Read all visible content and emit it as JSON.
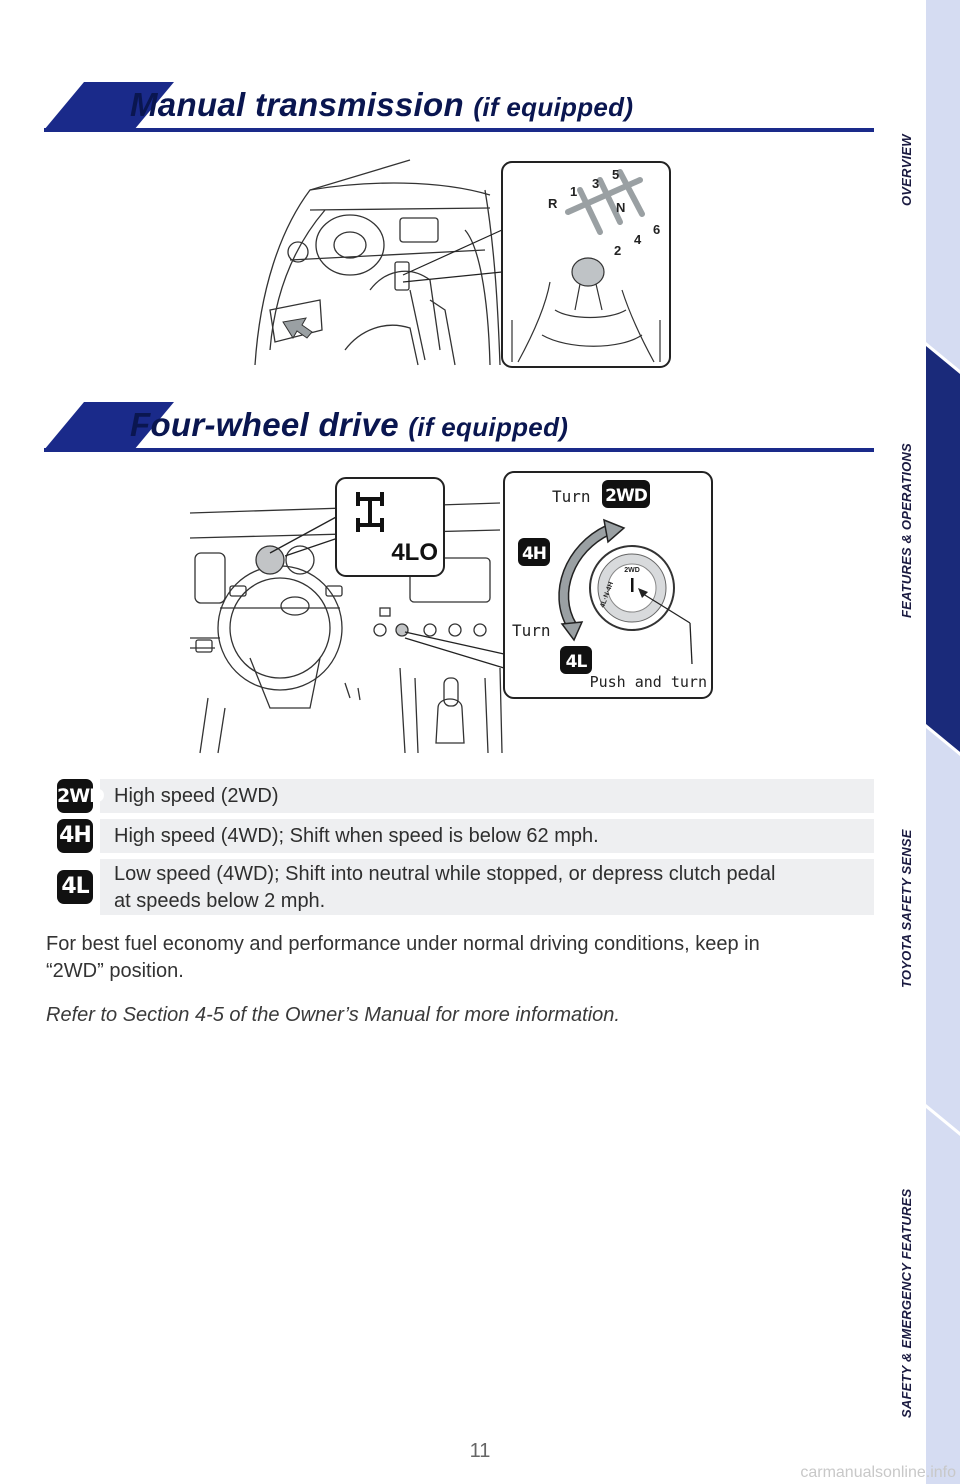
{
  "section1": {
    "title": "Manual transmission",
    "qualifier": "(if equipped)"
  },
  "section2": {
    "title": "Four-wheel drive",
    "qualifier": "(if equipped)"
  },
  "gear_pattern": {
    "r": "R",
    "g1": "1",
    "g2": "2",
    "g3": "3",
    "g4": "4",
    "g5": "5",
    "g6": "6",
    "n": "N"
  },
  "four_wd_diagram": {
    "indicator_label": "4LO",
    "turn_top": "Turn",
    "turn_bottom": "Turn",
    "push_label": "Push and turn",
    "badge_2wd": "2WD",
    "badge_4h": "4H",
    "badge_4l": "4L",
    "dial_2wd": "2WD",
    "dial_ring": "4L·N·4H"
  },
  "legend": [
    {
      "badge": "2WD",
      "text": "High speed (2WD)"
    },
    {
      "badge": "4H",
      "text": "High speed (4WD); Shift when speed is below 62 mph."
    },
    {
      "badge": "4L",
      "text_line1": "Low speed (4WD); Shift into neutral while stopped, or depress clutch pedal",
      "text_line2": "at speeds below 2 mph."
    }
  ],
  "paragraph": {
    "line1": "For best fuel economy and performance under normal driving conditions, keep in",
    "line2": "“2WD” position."
  },
  "reference": "Refer to Section 4-5 of the Owner’s Manual for more information.",
  "page_number": "11",
  "tabs": [
    {
      "label": "OVERVIEW",
      "active": false
    },
    {
      "label": "FEATURES & OPERATIONS",
      "active": true
    },
    {
      "label": "TOYOTA SAFETY SENSE",
      "active": false
    },
    {
      "label": "SAFETY & EMERGENCY FEATURES",
      "active": false
    }
  ],
  "watermark": "carmanualsonline.info",
  "colors": {
    "header_blue": "#1a2a8a",
    "tab_active": "#1a2a7a",
    "tab_inactive": "#d5dcf2",
    "legend_bg": "#eeeff1",
    "arrow_gray": "#9aa0a3"
  }
}
